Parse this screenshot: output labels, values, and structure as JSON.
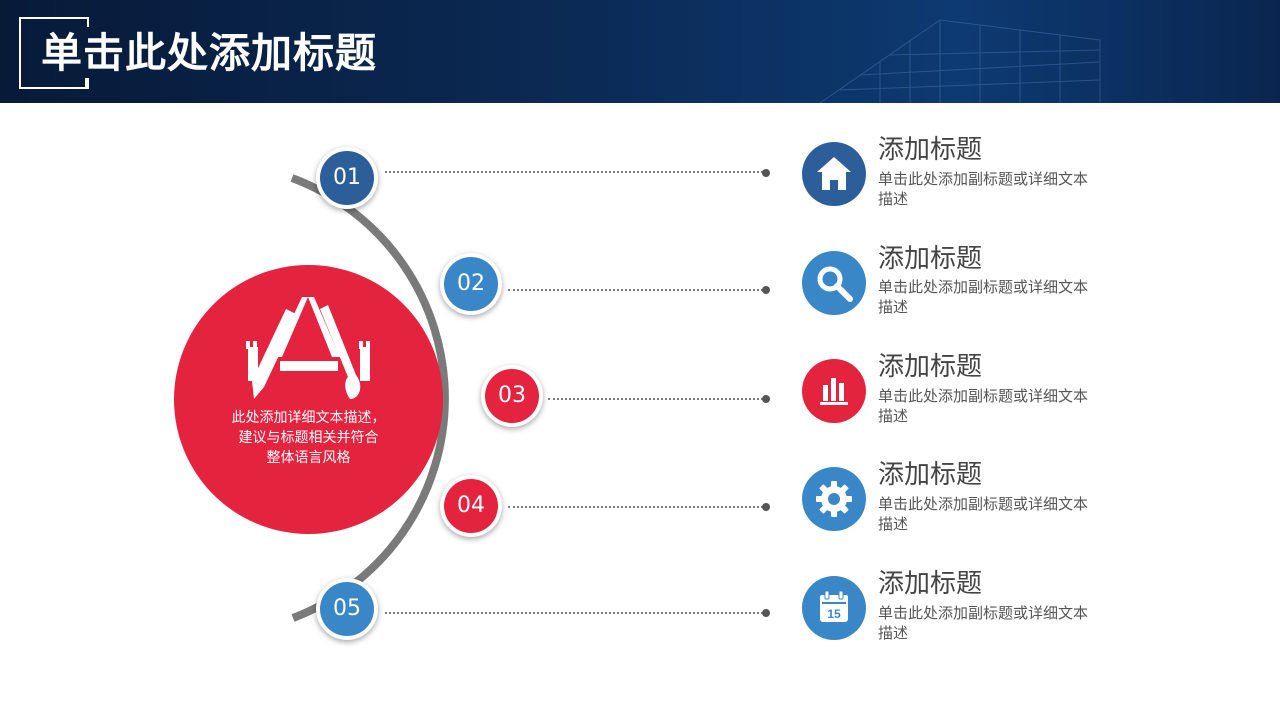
{
  "header": {
    "title": "单击此处添加标题"
  },
  "center": {
    "text_lines": [
      "此处添加详细文本描述，",
      "建议与标题相关并符合",
      "整体语言风格"
    ],
    "icon": "app-store-pencil-brush-icon",
    "color": "#e4233f"
  },
  "colors": {
    "dark_blue": "#2c5f9a",
    "blue": "#3a87c8",
    "red": "#e4233f",
    "arc": "#7a7a7a"
  },
  "nodes": [
    {
      "label": "01",
      "color": "#2c5f9a"
    },
    {
      "label": "02",
      "color": "#3a87c8"
    },
    {
      "label": "03",
      "color": "#e4233f"
    },
    {
      "label": "04",
      "color": "#e4233f"
    },
    {
      "label": "05",
      "color": "#3a87c8"
    }
  ],
  "items": [
    {
      "title": "添加标题",
      "desc": "单击此处添加副标题或详细文本描述",
      "icon": "home-icon",
      "color": "#2c5f9a"
    },
    {
      "title": "添加标题",
      "desc": "单击此处添加副标题或详细文本描述",
      "icon": "search-icon",
      "color": "#3a87c8"
    },
    {
      "title": "添加标题",
      "desc": "单击此处添加副标题或详细文本描述",
      "icon": "bar-chart-icon",
      "color": "#e4233f"
    },
    {
      "title": "添加标题",
      "desc": "单击此处添加副标题或详细文本描述",
      "icon": "gear-icon",
      "color": "#3a87c8"
    },
    {
      "title": "添加标题",
      "desc": "单击此处添加副标题或详细文本描述",
      "icon": "calendar-icon",
      "color": "#3a87c8",
      "icon_text": "15"
    }
  ]
}
